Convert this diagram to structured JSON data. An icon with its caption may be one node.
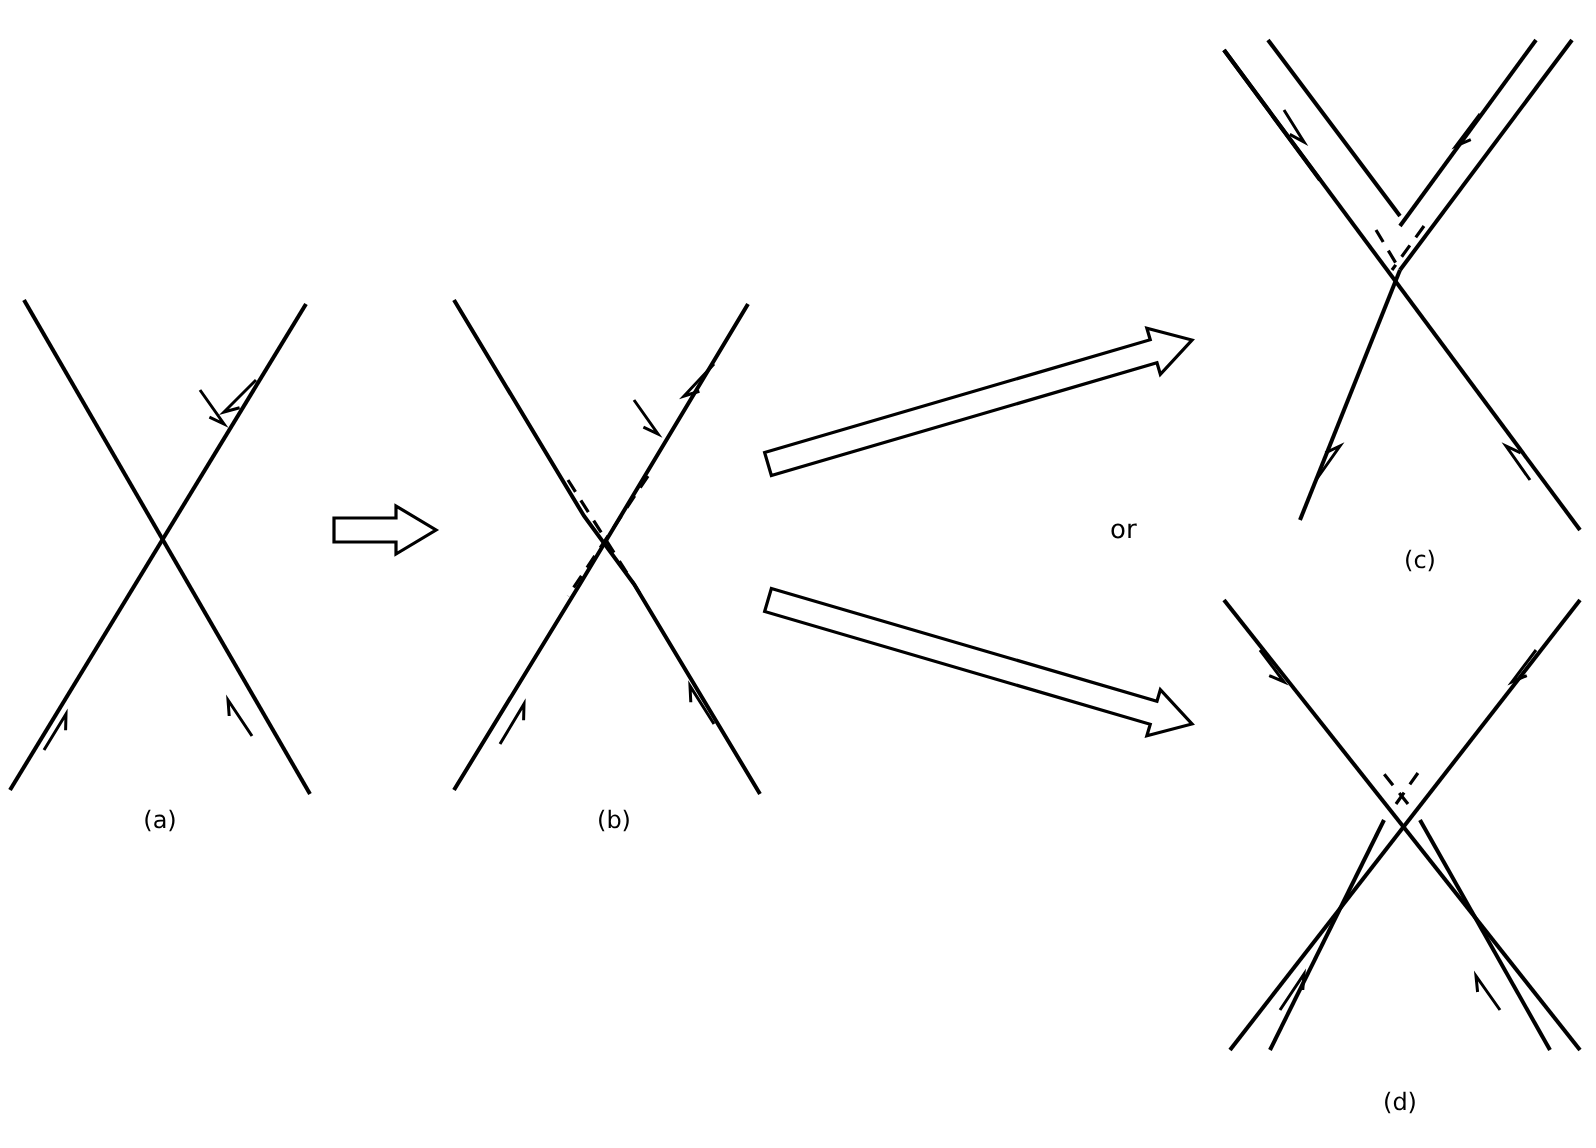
{
  "diagram": {
    "nodes": [
      {
        "text": [
          "(a)"
        ]
      },
      {
        "text": [
          "(b)"
        ]
      },
      {
        "text": [
          "(c)"
        ]
      },
      {
        "text": [
          "(d)"
        ]
      }
    ],
    "edges": [
      {
        "from": 0,
        "to": 1,
        "arrow": "to"
      },
      {
        "from": 1,
        "to": 2,
        "arrow": "to"
      },
      {
        "from": 1,
        "to": 3,
        "arrow": "to"
      }
    ],
    "labels": [
      "or"
    ]
  }
}
